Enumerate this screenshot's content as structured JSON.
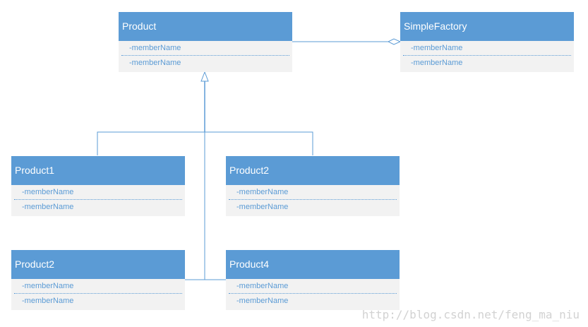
{
  "diagram": {
    "classes": [
      {
        "name": "Product",
        "members": [
          "-memberName",
          "-memberName"
        ]
      },
      {
        "name": "SimpleFactory",
        "members": [
          "-memberName",
          "-memberName"
        ]
      },
      {
        "name": "Product1",
        "members": [
          "-memberName",
          "-memberName"
        ]
      },
      {
        "name": "Product2",
        "members": [
          "-memberName",
          "-memberName"
        ]
      },
      {
        "name": "Product2",
        "members": [
          "-memberName",
          "-memberName"
        ]
      },
      {
        "name": "Product4",
        "members": [
          "-memberName",
          "-memberName"
        ]
      }
    ],
    "relations": [
      {
        "type": "aggregation",
        "from": "SimpleFactory",
        "to": "Product"
      },
      {
        "type": "generalization",
        "from": "Product1",
        "to": "Product"
      },
      {
        "type": "generalization",
        "from": "Product2",
        "to": "Product"
      },
      {
        "type": "generalization",
        "from": "Product2",
        "to": "Product"
      },
      {
        "type": "generalization",
        "from": "Product4",
        "to": "Product"
      }
    ]
  },
  "watermark": "http://blog.csdn.net/feng_ma_niu",
  "colors": {
    "header": "#5b9bd5",
    "body": "#f2f2f2",
    "line": "#5b9bd5",
    "watermark": "#d2d2d2"
  }
}
